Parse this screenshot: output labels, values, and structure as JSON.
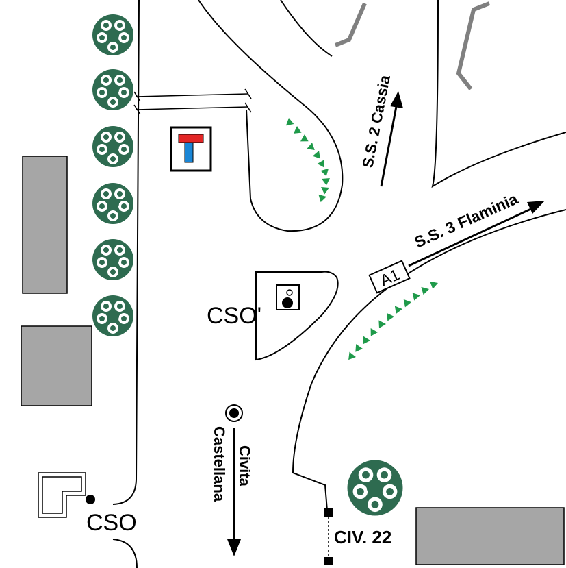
{
  "labels": {
    "cso_main": "CSO",
    "cso_prime": "CSO'",
    "civita_line1": "Civita",
    "civita_line2": "Castellana",
    "cassia": "S.S. 2 Cassia",
    "flaminia": "S.S. 3 Flaminia",
    "a1_shield": "A1",
    "civ22": "CIV. 22"
  },
  "colors": {
    "building": "#a6a6a6",
    "tree_dark": "#2e6b50",
    "tree_light": "#ffffff",
    "hedge": "#1f9a4a",
    "ramp": "#808080",
    "sign_red": "#e32626",
    "sign_blue": "#1a86d6"
  },
  "icons": {
    "tree": "tree-icon",
    "dead_end_sign": "dead-end-sign-icon",
    "station_marker": "station-marker-icon",
    "cso_point": "cso-point-icon"
  }
}
